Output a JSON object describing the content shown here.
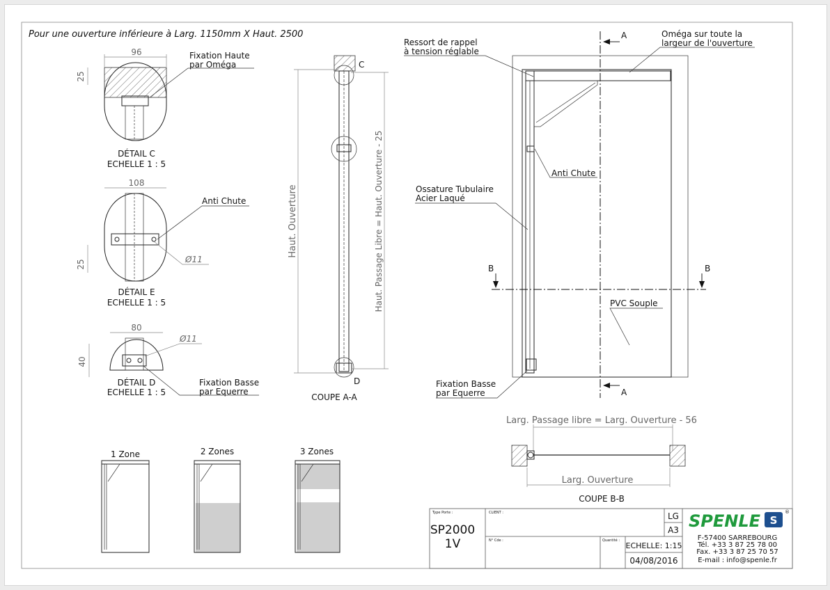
{
  "header_note": "Pour une ouverture inférieure à Larg. 1150mm X Haut. 2500",
  "details": {
    "c": {
      "title": "DÉTAIL C",
      "scale": "ECHELLE 1 : 5",
      "dim_width": "96",
      "dim_height": "25",
      "callout": [
        "Fixation Haute",
        "par Oméga"
      ]
    },
    "e": {
      "title": "DÉTAIL E",
      "scale": "ECHELLE 1 : 5",
      "dim_width": "108",
      "dim_height": "25",
      "diameter": "Ø11",
      "callout": "Anti Chute"
    },
    "d": {
      "title": "DÉTAIL D",
      "scale": "ECHELLE 1 : 5",
      "dim_width": "80",
      "dim_height": "40",
      "diameter": "Ø11",
      "callout": [
        "Fixation Basse",
        "par Equerre"
      ]
    }
  },
  "section_aa": {
    "title": "COUPE A-A",
    "label_height": "Haut. Ouverture",
    "label_passage": "Haut. Passage Libre = Haut. Ouverture - 25",
    "marker_c": "C",
    "marker_d": "D"
  },
  "elevation": {
    "ressort": [
      "Ressort de rappel",
      "à tension réglable"
    ],
    "omega": [
      "Oméga sur toute la",
      "largeur de l'ouverture"
    ],
    "anti_chute": "Anti Chute",
    "ossature": [
      "Ossature Tubulaire",
      "Acier Laqué"
    ],
    "pvc": "PVC Souple",
    "fixation_basse": [
      "Fixation Basse",
      "par Equerre"
    ],
    "marker_a": "A",
    "marker_b": "B"
  },
  "section_bb": {
    "title": "COUPE B-B",
    "label_passage": "Larg. Passage libre = Larg. Ouverture - 56",
    "label_opening": "Larg. Ouverture"
  },
  "zones": [
    "1 Zone",
    "2 Zones",
    "3 Zones"
  ],
  "title_block": {
    "type_label": "Type Porte :",
    "model_line1": "SP2000",
    "model_line2": "1V",
    "client_label": "CLIENT :",
    "ncde_label": "N° Cde :",
    "quantity_label": "Quantité :",
    "lg": "LG",
    "format": "A3",
    "scale": "ECHELLE: 1:15",
    "date": "04/08/2016",
    "brand": "SPENLE",
    "brand_mark": "S",
    "registered": "®",
    "address": "F-57400 SARREBOURG",
    "tel": "Tél. +33 3 87 25 78 00",
    "fax": "Fax. +33 3 87 25 70 57",
    "email": "E-mail : info@spenle.fr"
  },
  "colors": {
    "brand_green": "#1f9a3c",
    "brand_blue": "#1d4f8f",
    "pvc_grey": "#cfcfcf"
  }
}
